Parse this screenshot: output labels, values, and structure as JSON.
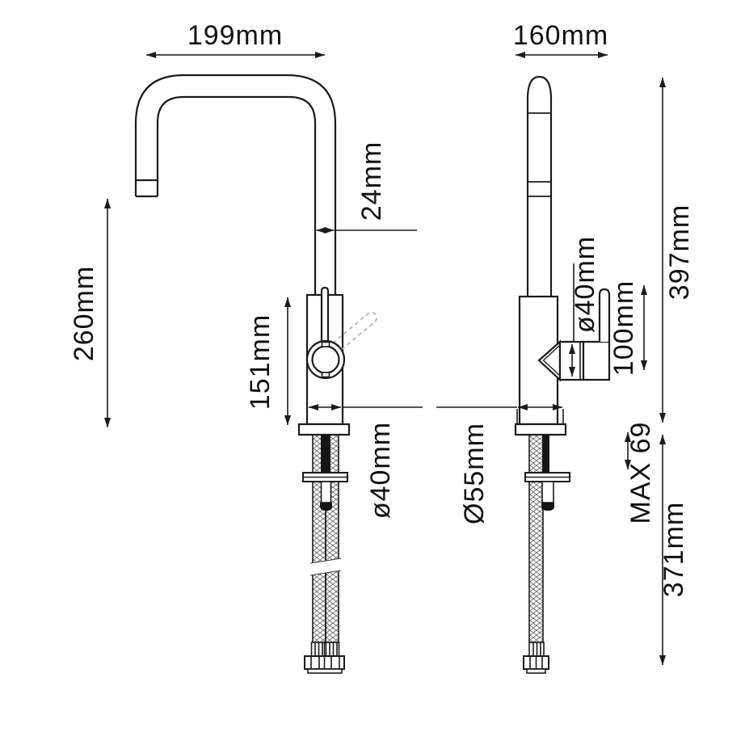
{
  "drawing": {
    "type": "faucet-dimension-diagram",
    "views": [
      "front-view",
      "side-view"
    ],
    "colors": {
      "line": "#1b1b1b",
      "dashed_handle": "#b5b5b5",
      "background": "#ffffff",
      "text": "#111111"
    }
  },
  "labels": {
    "spout_reach": "199mm",
    "spout_height": "260mm",
    "spout_tube_width": "24mm",
    "body_height": "151mm",
    "body_diameter": "ø40mm",
    "depth": "160mm",
    "total_height": "397mm",
    "handle_diameter": "ø40mm",
    "handle_length": "100mm",
    "base_diameter": "Ø55mm",
    "max_worktop": "MAX 69",
    "below_worktop": "371mm"
  }
}
